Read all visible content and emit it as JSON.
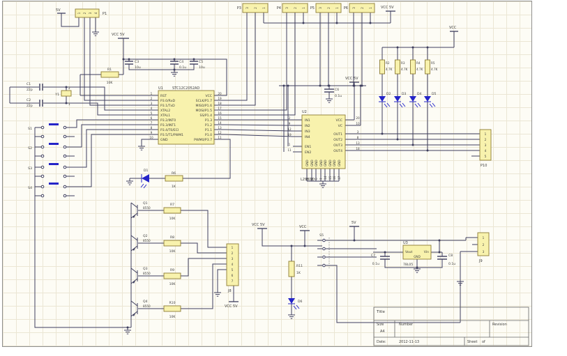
{
  "power": {
    "p1": "5V",
    "caps": "VCC 5V",
    "top": "VCC 5V",
    "led": "VCC",
    "u2": "VCC 5V",
    "mid_a": "VCC 5V",
    "mid_b": "VCC",
    "mid_c": "5V",
    "j8": "VCC 5V"
  },
  "u1": {
    "ref": "U1",
    "part": "STC12C2052AD",
    "left": [
      {
        "num": "1",
        "name": "RST"
      },
      {
        "num": "2",
        "name": "P3.0/RxD"
      },
      {
        "num": "3",
        "name": "P3.1/TxD"
      },
      {
        "num": "4",
        "name": "XTAL2"
      },
      {
        "num": "5",
        "name": "XTAL1"
      },
      {
        "num": "6",
        "name": "P3.2/INT0"
      },
      {
        "num": "7",
        "name": "P3.3/INT1"
      },
      {
        "num": "8",
        "name": "P3.4/T0/ECI"
      },
      {
        "num": "9",
        "name": "P3.5/T1/PWM1"
      },
      {
        "num": "10",
        "name": "GND"
      }
    ],
    "right": [
      {
        "num": "20",
        "name": "VCC"
      },
      {
        "num": "19",
        "name": "SCLK/P1.7"
      },
      {
        "num": "18",
        "name": "MISO/P1.6"
      },
      {
        "num": "17",
        "name": "MOSI/P1.5"
      },
      {
        "num": "16",
        "name": "SS/P1.4"
      },
      {
        "num": "15",
        "name": "P1.3"
      },
      {
        "num": "14",
        "name": "P1.2"
      },
      {
        "num": "13",
        "name": "P1.1"
      },
      {
        "num": "12",
        "name": "P1.0"
      },
      {
        "num": "11",
        "name": "PWM0/P3.7"
      }
    ]
  },
  "u2": {
    "ref": "U2",
    "part": "L293DD",
    "gnd": "GND",
    "left": [
      {
        "num": "2",
        "name": "IN1"
      },
      {
        "num": "9",
        "name": "IN2"
      },
      {
        "num": "12",
        "name": "IN3"
      },
      {
        "num": "19",
        "name": "IN4"
      },
      {
        "num": "1",
        "name": "EN1"
      },
      {
        "num": "11",
        "name": "EN2"
      }
    ],
    "right": [
      {
        "num": "20",
        "name": "VCC"
      },
      {
        "num": "10",
        "name": "VC"
      },
      {
        "num": "3",
        "name": "OUT1"
      },
      {
        "num": "8",
        "name": "OUT2"
      },
      {
        "num": "13",
        "name": "OUT3"
      },
      {
        "num": "18",
        "name": "OUT4"
      }
    ],
    "gnd_nums": [
      "4",
      "5",
      "6",
      "7",
      "14",
      "15",
      "16",
      "17"
    ]
  },
  "u3": {
    "ref": "U3",
    "part": "78L05",
    "vout": "Vout",
    "vin": "Vin",
    "gnd": "GND"
  },
  "conn": {
    "p1": {
      "ref": "P1",
      "pins": [
        "1",
        "2",
        "3",
        "4"
      ]
    },
    "p3": {
      "ref": "P3",
      "pins": [
        "3",
        "2",
        "1"
      ]
    },
    "p4": {
      "ref": "P4",
      "pins": [
        "3",
        "2",
        "1"
      ]
    },
    "p5": {
      "ref": "P5",
      "pins": [
        "3",
        "2",
        "1"
      ]
    },
    "p6": {
      "ref": "P6",
      "pins": [
        "3",
        "2",
        "1"
      ]
    },
    "p10": {
      "ref": "P10",
      "pins": [
        "1",
        "2",
        "3",
        "4",
        "5"
      ]
    },
    "j8": {
      "ref": "J8",
      "pins": [
        "1",
        "2",
        "3",
        "4",
        "5",
        "6",
        "7"
      ]
    },
    "j9": {
      "ref": "J9",
      "pins": [
        "1",
        "2",
        "3"
      ]
    }
  },
  "res": {
    "r1": [
      "R1",
      "10K"
    ],
    "r2": [
      "R2",
      "4.7K"
    ],
    "r3": [
      "R3",
      "4.7K"
    ],
    "r4": [
      "R4",
      "4.7K"
    ],
    "r5": [
      "R5",
      "4.7K"
    ],
    "r6": [
      "R6",
      "1K"
    ],
    "r7": [
      "R7",
      "10K"
    ],
    "r8": [
      "R8",
      "10K"
    ],
    "r9": [
      "R9",
      "10K"
    ],
    "r10": [
      "R10",
      "10K"
    ],
    "r11": [
      "R11",
      "1K"
    ]
  },
  "cap": {
    "c1": [
      "C1",
      "22p"
    ],
    "c2": [
      "C2",
      "22p"
    ],
    "c3": [
      "C3",
      "10u"
    ],
    "c4": [
      "C4",
      "0.1u"
    ],
    "c5": [
      "C5",
      "10u"
    ],
    "c6": [
      "C6",
      "0.1u"
    ],
    "c7": [
      "C7",
      "0.1u"
    ],
    "c8": [
      "C8",
      "0.1u"
    ]
  },
  "led": {
    "d1": "D1",
    "d2": "D2",
    "d3": "D3",
    "d4": "D4",
    "d5": "D5",
    "d6": "D6"
  },
  "q": {
    "q1": [
      "Q1",
      "8550"
    ],
    "q2": [
      "Q2",
      "8550"
    ],
    "q3": [
      "Q3",
      "8550"
    ],
    "q4": [
      "Q4",
      "8550"
    ]
  },
  "sw": {
    "s1": "S1",
    "s2": "S2",
    "s3": "S3",
    "s4": "S4",
    "s5": "S5"
  },
  "y1": {
    "ref": "Y1",
    "p2": "2",
    "p1": "1"
  },
  "tb": {
    "title": "Title",
    "size_l": "Size",
    "size": "A4",
    "num_l": "Number",
    "rev_l": "Revision",
    "date_l": "Date:",
    "date": "2012-11-13",
    "sheet_l": "Sheet",
    "of": "of"
  }
}
